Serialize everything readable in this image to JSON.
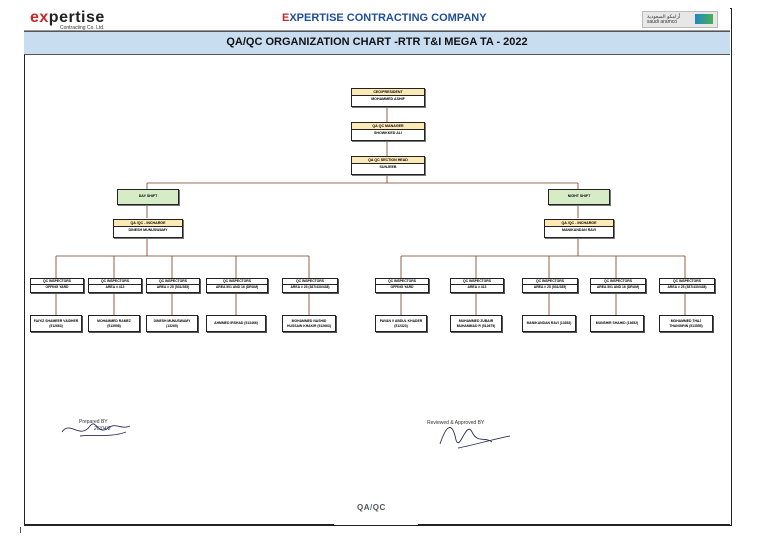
{
  "header": {
    "logo_text": "expertise",
    "logo_sub": "Contracting Co. Ltd.",
    "company": "EXPERTISE CONTRACTING COMPANY",
    "aramco_text": "أرامكو السعودية saudi aramco"
  },
  "title": "QA/QC ORGANIZATION CHART -RTR T&I MEGA TA  - 2022",
  "top": [
    {
      "role": "CEO/PRESIDENT",
      "name": "MOHAMMED ASHIF"
    },
    {
      "role": "QA QC MANAGER",
      "name": "SHOWKKED ALI"
    },
    {
      "role": "QA QC  SECTION HEAD",
      "name": "SUNJEEB"
    }
  ],
  "shifts": [
    {
      "label": "DAY SHIFT",
      "incharge_role": "QA /QC - INCHARGE",
      "incharge_name": "DINESH MUNUSWAMY",
      "inspectors": [
        {
          "role": "QC INSPECTORS",
          "area": "OFFING YARD",
          "name": "FAIYIZ SHAMEER VAIDHER (512663)"
        },
        {
          "role": "QC INSPECTORS",
          "area": "AREA # 413",
          "name": "MOHAMMED RAMEZ (513998)"
        },
        {
          "role": "QC INSPECTORS",
          "area": "AREA # 25 (531/285)",
          "name": "DINESH MUNUSWAMY (13265)"
        },
        {
          "role": "QC INSPECTORS",
          "area": "AREA 501 AND 16 (DRUM)",
          "name": "AHMMED IRSHAD (513466)"
        },
        {
          "role": "QC INSPECTORS",
          "area": "AREA # 25 (387/430/438)",
          "name": "MOHAMMED NASHID HUSSAIN KHAKIR (512663)"
        }
      ]
    },
    {
      "label": "NIGHT SHIFT",
      "incharge_role": "QA /QC - INCHARGE",
      "incharge_name": "MANIKANDAN RAVI",
      "inspectors": [
        {
          "role": "QC INSPECTORS",
          "area": "OFFING YARD",
          "name": "PAVAN V ABDUL KHADER (512323)"
        },
        {
          "role": "QC INSPECTORS",
          "area": "AREA # 413",
          "name": "MUHAMMED ZUBAIR MUHAMMAD R (512675)"
        },
        {
          "role": "QC INSPECTORS",
          "area": "AREA # 25 (531/285)",
          "name": "MANIKANDAN RAVI (13392)"
        },
        {
          "role": "QC INSPECTORS",
          "area": "AREA 501 AND 16 (DRUM)",
          "name": "MUNSHIR SHAHID (13652)"
        },
        {
          "role": "QC INSPECTORS",
          "area": "AREA # 25 (387/430/438)",
          "name": "MOHAMMED THAJ THANGIRIN (513555)"
        }
      ]
    }
  ],
  "signatures": {
    "prepared_label": "Prepared BY",
    "prepared_scribble": "26/04/2",
    "reviewed_label": "Reviewed & Approved BY"
  },
  "footer": {
    "logo_left": "QA",
    "logo_slash": "/",
    "logo_right": "QC"
  }
}
